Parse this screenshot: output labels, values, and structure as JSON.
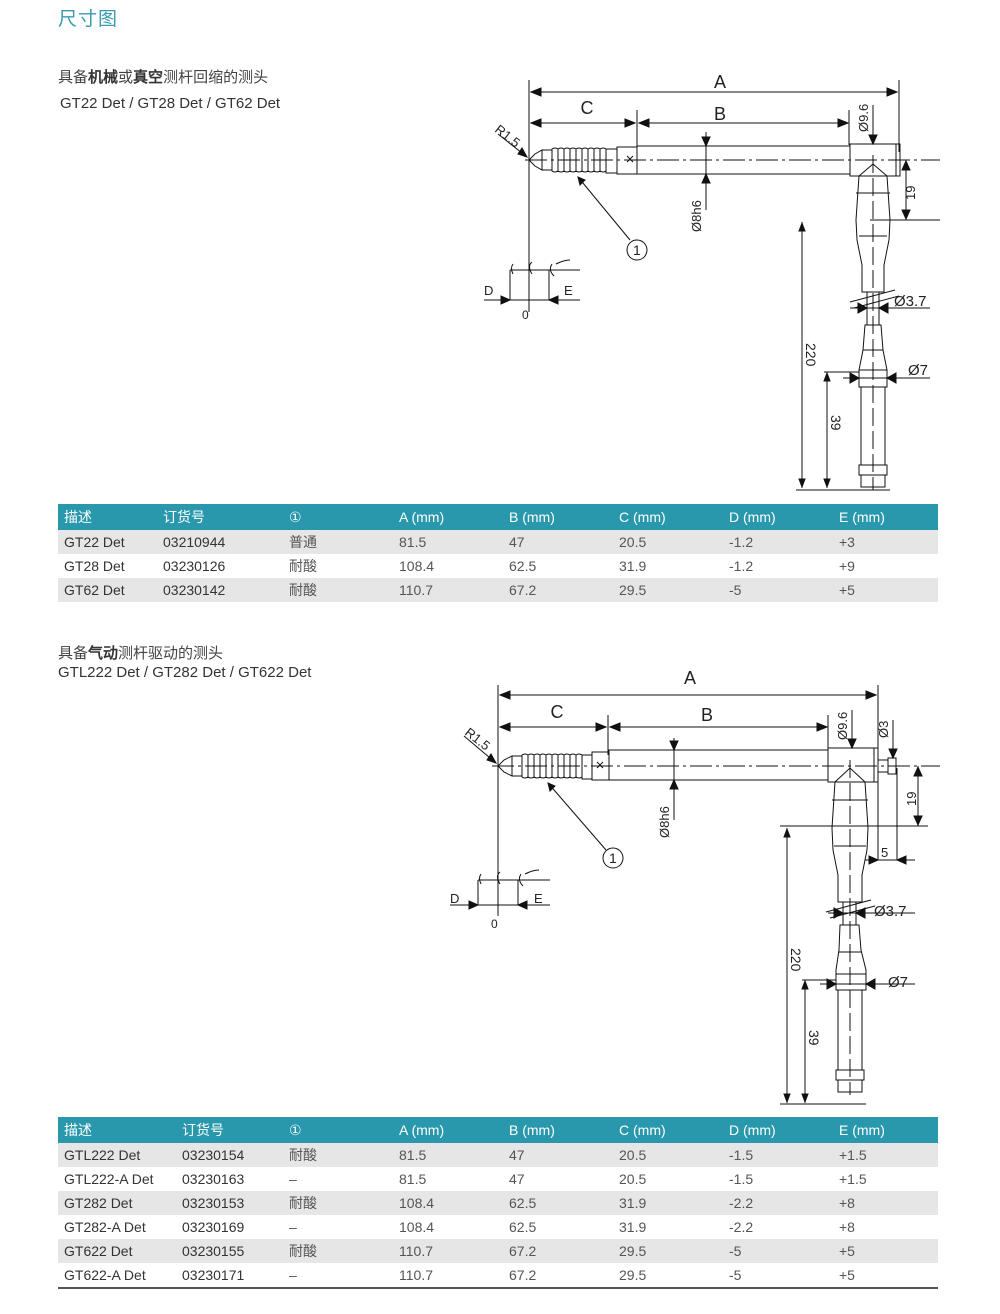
{
  "page": {
    "title": "尺寸图"
  },
  "section1": {
    "subtitle_parts": [
      "具备",
      "机械",
      "或",
      "真空",
      "测杆回缩的测头"
    ],
    "models": "GT22 Det / GT28 Det / GT62 Det",
    "drawing": {
      "labels": {
        "A": "A",
        "B": "B",
        "C": "C",
        "D": "D",
        "E": "E",
        "r15": "R1.5",
        "d96": "Ø9.6",
        "d8h6": "Ø8h6",
        "d37": "Ø3.7",
        "d7": "Ø7",
        "dim19": "19",
        "dim220": "220",
        "dim39": "39",
        "zero": "0",
        "callout": "①"
      }
    },
    "table": {
      "headers": [
        "描述",
        "订货号",
        "①",
        "A (mm)",
        "B (mm)",
        "C (mm)",
        "D (mm)",
        "E (mm)"
      ],
      "rows": [
        [
          "GT22 Det",
          "03210944",
          "普通",
          "81.5",
          "47",
          "20.5",
          "-1.2",
          "+3"
        ],
        [
          "GT28 Det",
          "03230126",
          "耐酸",
          "108.4",
          "62.5",
          "31.9",
          "-1.2",
          "+9"
        ],
        [
          "GT62 Det",
          "03230142",
          "耐酸",
          "110.7",
          "67.2",
          "29.5",
          "-5",
          "+5"
        ]
      ]
    }
  },
  "section2": {
    "subtitle_parts": [
      "具备",
      "气动",
      "测杆驱动的测头"
    ],
    "models": "GTL222 Det / GT282 Det / GT622 Det",
    "drawing": {
      "labels": {
        "A": "A",
        "B": "B",
        "C": "C",
        "D": "D",
        "E": "E",
        "r15": "R1.5",
        "d96": "Ø9.6",
        "d3": "Ø3",
        "d8h6": "Ø8h6",
        "d37": "Ø3.7",
        "d7": "Ø7",
        "dim19": "19",
        "dim5": "5",
        "dim220": "220",
        "dim39": "39",
        "zero": "0",
        "callout": "①"
      }
    },
    "table": {
      "headers": [
        "描述",
        "订货号",
        "①",
        "A (mm)",
        "B (mm)",
        "C (mm)",
        "D (mm)",
        "E (mm)"
      ],
      "rows": [
        [
          "GTL222 Det",
          "03230154",
          "耐酸",
          "81.5",
          "47",
          "20.5",
          "-1.5",
          "+1.5"
        ],
        [
          "GTL222-A Det",
          "03230163",
          "–",
          "81.5",
          "47",
          "20.5",
          "-1.5",
          "+1.5"
        ],
        [
          "GT282 Det",
          "03230153",
          "耐酸",
          "108.4",
          "62.5",
          "31.9",
          "-2.2",
          "+8"
        ],
        [
          "GT282-A Det",
          "03230169",
          "–",
          "108.4",
          "62.5",
          "31.9",
          "-2.2",
          "+8"
        ],
        [
          "GT622 Det",
          "03230155",
          "耐酸",
          "110.7",
          "67.2",
          "29.5",
          "-5",
          "+5"
        ],
        [
          "GT622-A Det",
          "03230171",
          "–",
          "110.7",
          "67.2",
          "29.5",
          "-5",
          "+5"
        ]
      ]
    }
  },
  "colors": {
    "title": "#3a9bb0",
    "table_header": "#2a98ac",
    "row_stripe": "#e6e6e6"
  }
}
